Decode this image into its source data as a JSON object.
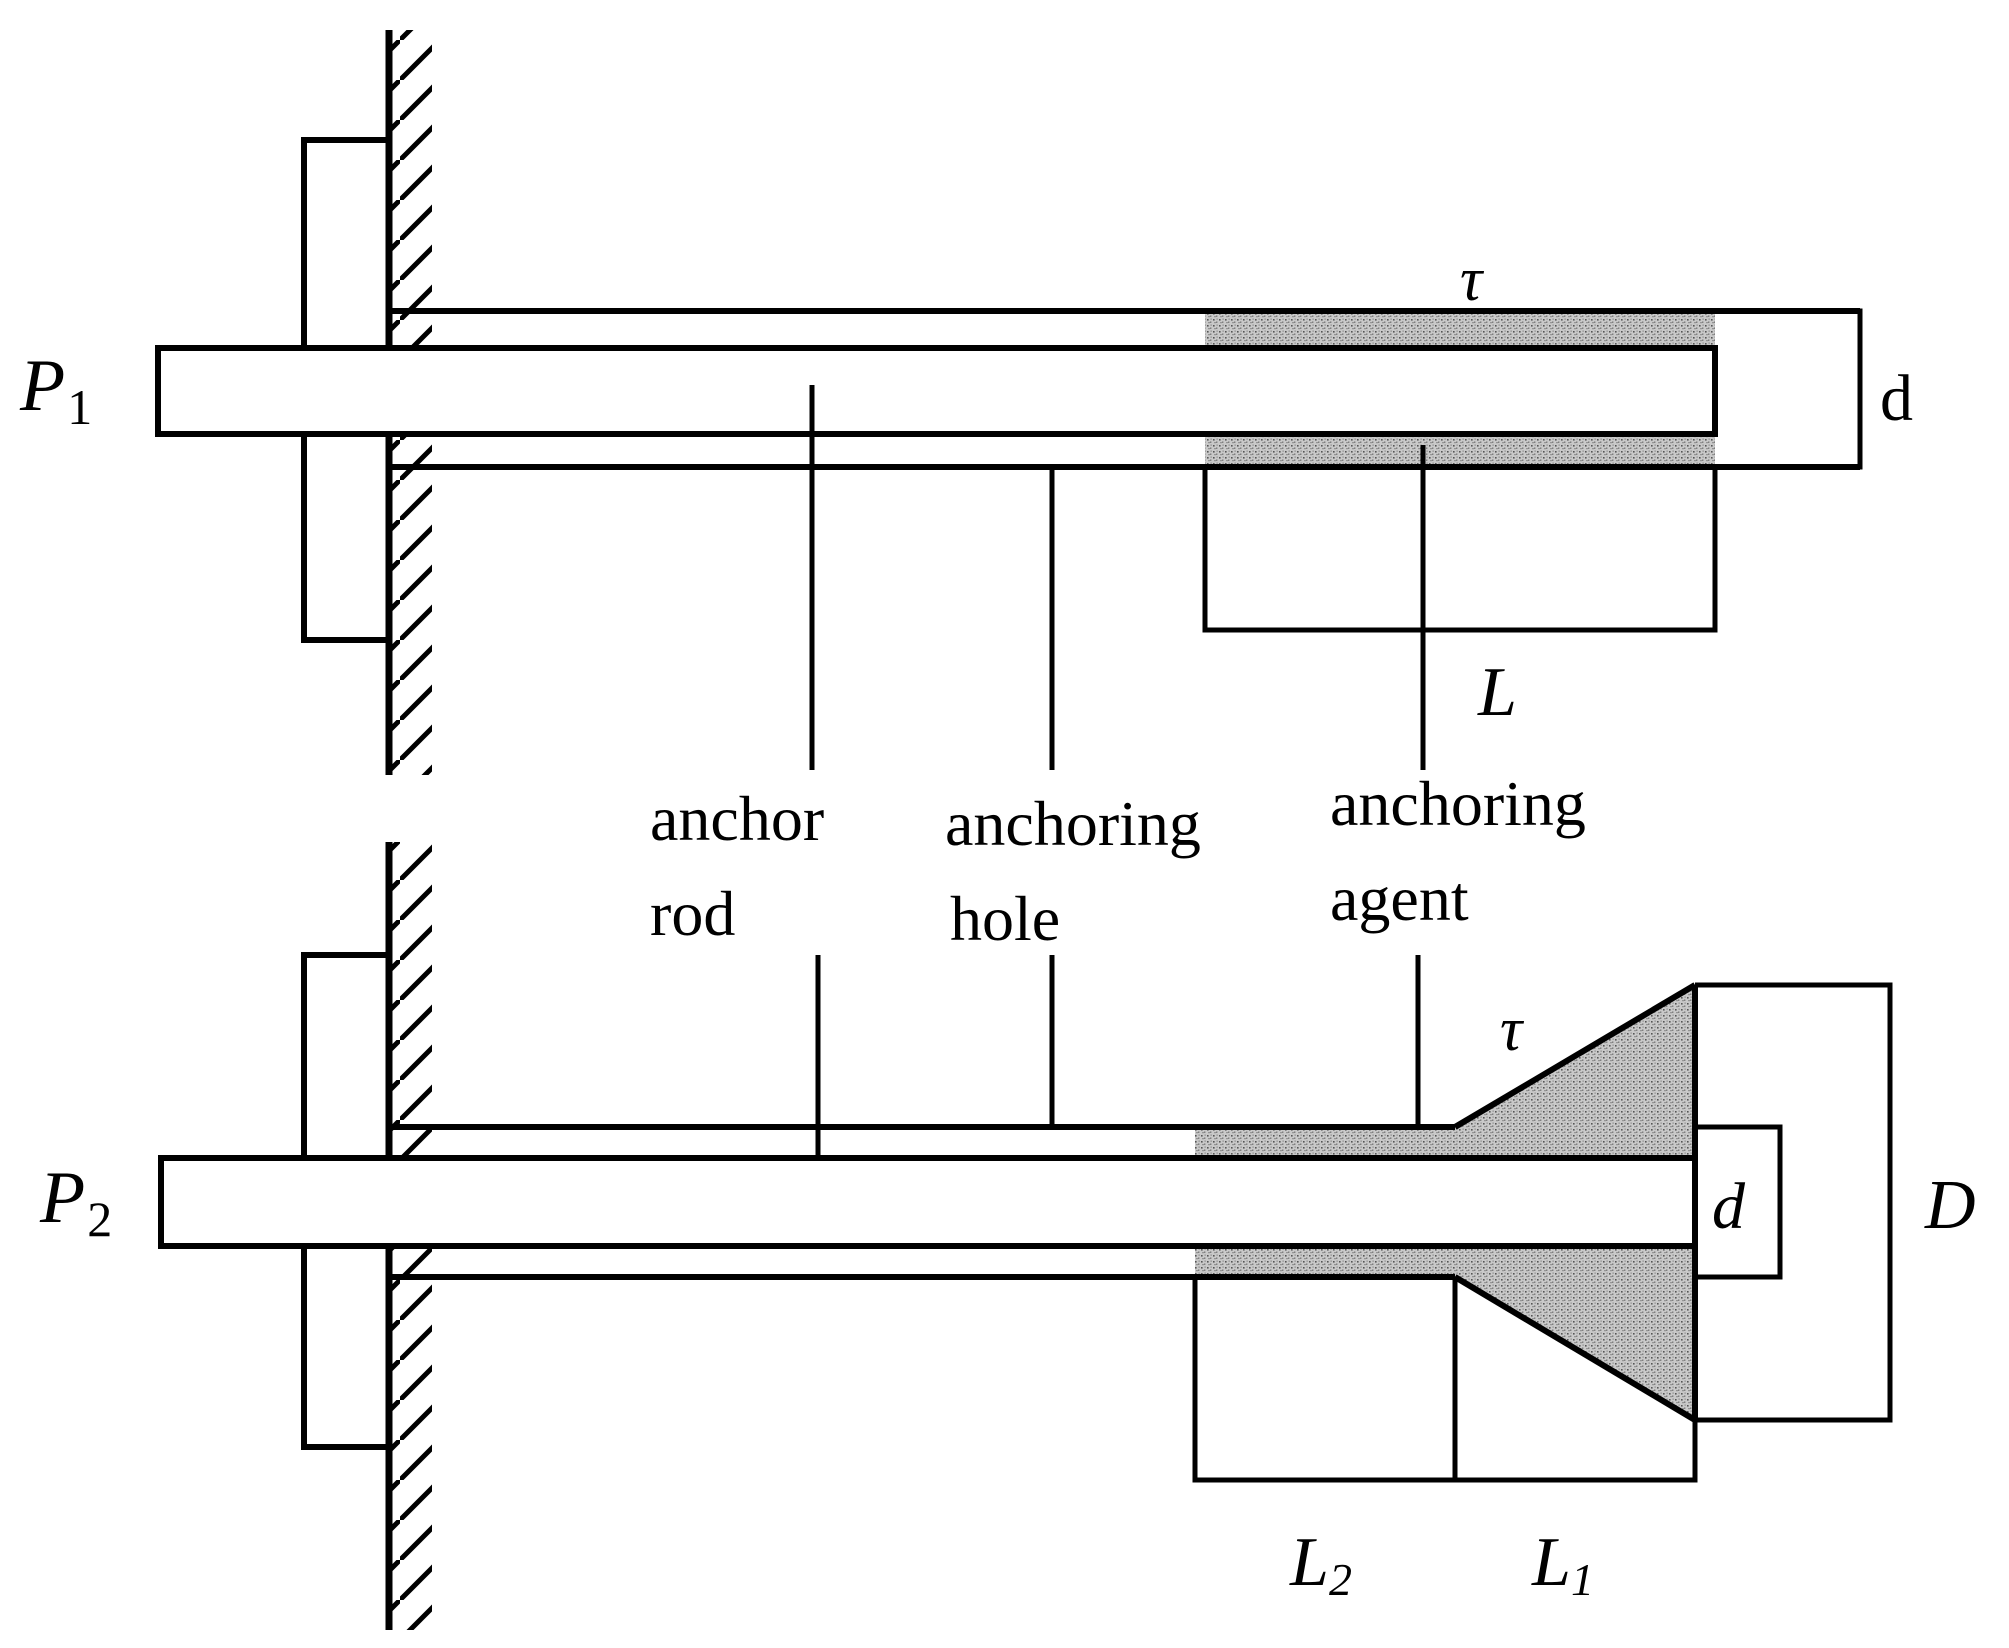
{
  "colors": {
    "ink": "#000000",
    "stipple": "#b8b8b8",
    "background": "#ffffff"
  },
  "top": {
    "load_label": "P",
    "load_subscript": "1",
    "stress_label": "τ",
    "diameter_label": "d",
    "length_label": "L"
  },
  "bottom": {
    "load_label": "P",
    "load_subscript": "2",
    "stress_label": "τ",
    "rod_diameter_label": "d",
    "enlarged_diameter_label": "D",
    "length2_label": "L",
    "length2_subscript": "2",
    "length1_label": "L",
    "length1_subscript": "1"
  },
  "callouts": {
    "anchor_rod": [
      "anchor",
      "rod"
    ],
    "anchoring_hole": [
      "anchoring",
      "hole"
    ],
    "anchoring_agent": [
      "anchoring",
      "agent"
    ]
  }
}
